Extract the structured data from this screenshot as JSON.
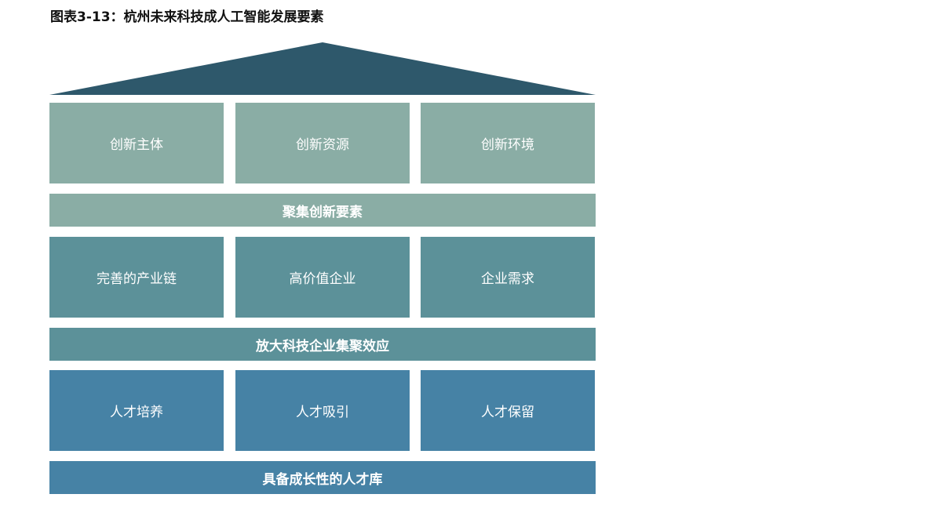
{
  "title": "图表3-13：杭州未来科技成人工智能发展要素",
  "colors": {
    "roof": "#2e586b",
    "tier_1": "#8aada5",
    "tier_2": "#5c9199",
    "tier_3": "#4682a5",
    "text": "#ffffff"
  },
  "tiers": [
    {
      "boxes": [
        "创新主体",
        "创新资源",
        "创新环境"
      ],
      "band": "聚集创新要素"
    },
    {
      "boxes": [
        "完善的产业链",
        "高价值企业",
        "企业需求"
      ],
      "band": "放大科技企业集聚效应"
    },
    {
      "boxes": [
        "人才培养",
        "人才吸引",
        "人才保留"
      ],
      "band": "具备成长性的人才库"
    }
  ]
}
